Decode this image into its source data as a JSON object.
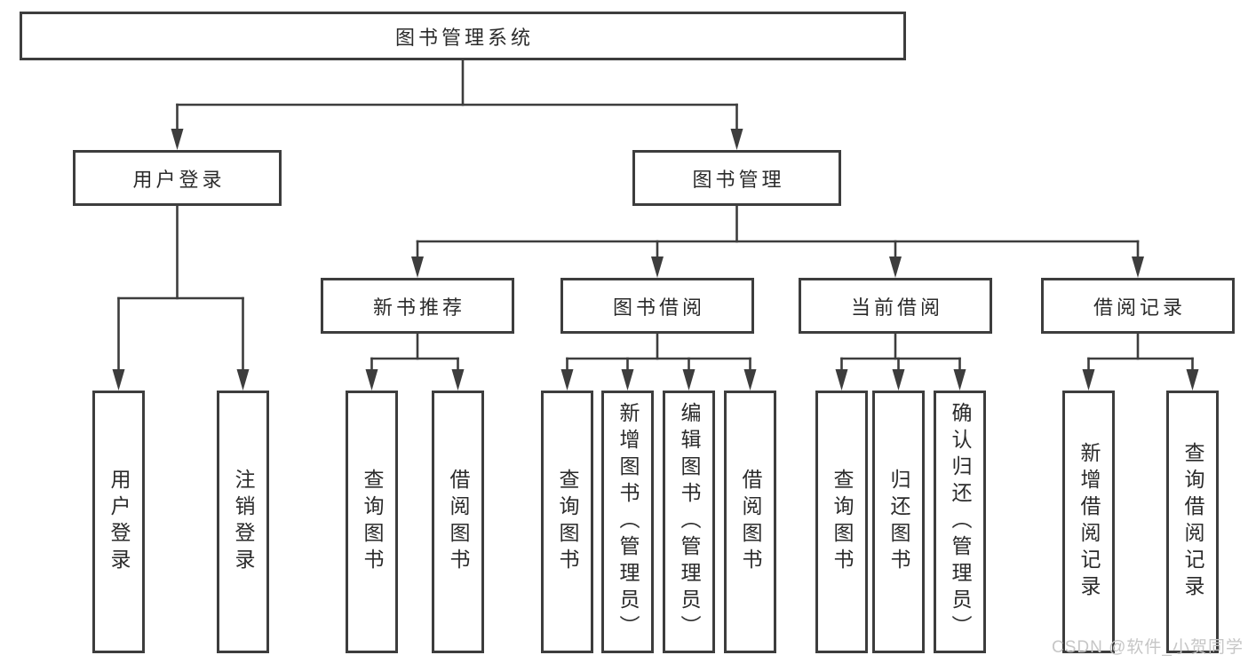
{
  "diagram": {
    "root": {
      "label": "图书管理系统"
    },
    "level1": [
      {
        "label": "用户登录"
      },
      {
        "label": "图书管理"
      }
    ],
    "level2": [
      {
        "label": "新书推荐"
      },
      {
        "label": "图书借阅"
      },
      {
        "label": "当前借阅"
      },
      {
        "label": "借阅记录"
      }
    ],
    "leaves": [
      {
        "label": "用户登录"
      },
      {
        "label": "注销登录"
      },
      {
        "label": "查询图书"
      },
      {
        "label": "借阅图书"
      },
      {
        "label": "查询图书"
      },
      {
        "label": "新增图书（管理员）"
      },
      {
        "label": "编辑图书（管理员）"
      },
      {
        "label": "借阅图书"
      },
      {
        "label": "查询图书"
      },
      {
        "label": "归还图书"
      },
      {
        "label": "确认归还（管理员）"
      },
      {
        "label": "新增借阅记录"
      },
      {
        "label": "查询借阅记录"
      }
    ]
  },
  "watermark": {
    "text": "CSDN @软件_小贺同学"
  },
  "colors": {
    "line": "#3d3d3d",
    "text": "#2b2b2b",
    "background": "#ffffff",
    "watermark_text": "#c6c6c6"
  }
}
